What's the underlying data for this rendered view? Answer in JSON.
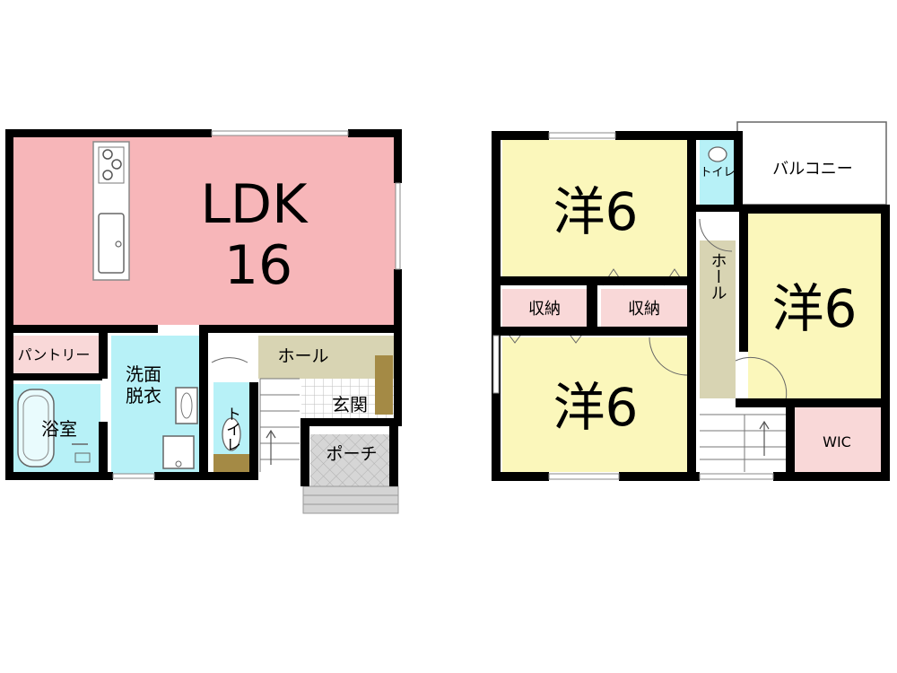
{
  "floor1": {
    "ldk_label": "LDK",
    "ldk_size": "16",
    "pantry": "パントリー",
    "bath": "浴室",
    "washroom_line1": "洗面",
    "washroom_line2": "脱衣",
    "hall": "ホール",
    "toilet": "トイレ",
    "entrance": "玄関",
    "porch": "ポーチ"
  },
  "floor2": {
    "room_a": "洋6",
    "room_b": "洋6",
    "room_c": "洋6",
    "storage_a": "収納",
    "storage_b": "収納",
    "hall": "ホール",
    "toilet": "トイレ",
    "balcony": "バルコニー",
    "wic": "WIC"
  },
  "colors": {
    "ldk": "#f7b6b9",
    "western_room": "#fbf7bb",
    "storage": "#f9d8d8",
    "wet_area": "#b7f1f7",
    "hall": "#d8d4b3",
    "entrance_tile": "#eeeeee",
    "porch": "#d4d4d4",
    "wall": "#000000",
    "step_brown": "#a48a45"
  }
}
